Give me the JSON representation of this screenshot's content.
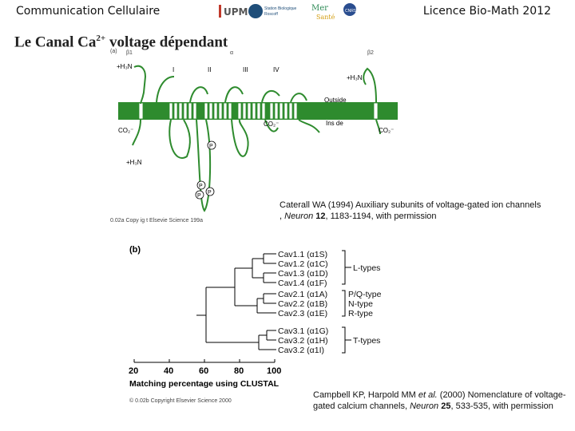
{
  "header": {
    "left": "Communication Cellulaire",
    "right": "Licence Bio-Math 2012",
    "logos": {
      "upmc": "UPMC",
      "roscoff_line1": "Station Biologique",
      "roscoff_line2": "Roscoff",
      "mer_line1": "Mer",
      "mer_line2": "Santé",
      "cnrs": "CNRS"
    }
  },
  "title": {
    "prefix": "Le Canal Ca",
    "sup": "2+",
    "suffix": " voltage dépendant"
  },
  "figure_a": {
    "panel": "(a)",
    "subunit_b1": "β1",
    "subunit_a": "α",
    "subunit_b2": "β2",
    "domains": [
      "I",
      "II",
      "III",
      "IV"
    ],
    "outside": "Outside",
    "inside": "Ins de",
    "h3n_1": "+H₃N",
    "h3n_2": "+H₃N",
    "h3n_3": "+H₃N",
    "co2_1": "CO₂⁻",
    "co2_2": "CO₂⁻",
    "co2_3": "CO₂⁻",
    "p": "P",
    "copyright": "0.02a Copy ig t Elsevie Science 199a"
  },
  "citation_1": {
    "authors": "Caterall WA (1994) Auxiliary subunits of voltage-gated ion channels",
    "line2_pre": ", ",
    "journal": "Neuron",
    "volume": "12",
    "pages": ", 1183-1194, with permission"
  },
  "figure_b": {
    "panel": "(b)",
    "leaves": [
      {
        "name": "Cav1.1 (α1S)"
      },
      {
        "name": "Cav1.2 (α1C)"
      },
      {
        "name": "Cav1.3 (α1D)"
      },
      {
        "name": "Cav1.4 (α1F)"
      },
      {
        "name": "Cav2.1 (α1A)"
      },
      {
        "name": "Cav2.2 (α1B)"
      },
      {
        "name": "Cav2.3 (α1E)"
      },
      {
        "name": "Cav3.1 (α1G)"
      },
      {
        "name": "Cav3.2 (α1H)"
      },
      {
        "name": "Cav3.2 (α1I)"
      }
    ],
    "groups": [
      "L-types",
      "P/Q-type",
      "N-type",
      "R-type",
      "T-types"
    ],
    "axis_ticks": [
      "20",
      "40",
      "60",
      "80",
      "100"
    ],
    "axis_label": "Matching percentage using CLUSTAL",
    "copyright": "© 0.02b Copyright Elsevier Science 2000"
  },
  "citation_2": {
    "line1_pre": "Campbell KP, Harpold MM ",
    "etal": "et al.",
    "line1_post": " (2000) Nomenclature of voltage-",
    "line2_pre": "gated calcium channels, ",
    "journal": "Neuron",
    "volume": "25",
    "pages": ", 533-535, with permission"
  }
}
